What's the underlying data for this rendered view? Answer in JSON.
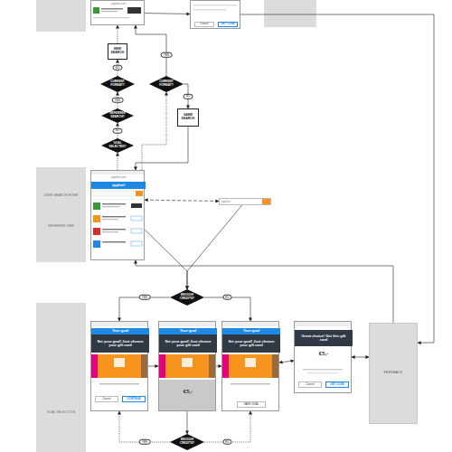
{
  "diagram": {
    "nodes": [
      {
        "text": [
          "USER SEARCH HOME",
          "REFERRER SEM"
        ]
      },
      {
        "text": [
          "GOAL SELECTION"
        ]
      },
      {
        "text": [
          "appfuel.com"
        ]
      },
      {
        "text": [
          "Cancel",
          "GET CODE"
        ]
      },
      {
        "text": [
          "NEW SEARCH"
        ]
      },
      {
        "text": [
          "CURRENT FORMAT?"
        ]
      },
      {
        "text": [
          "CURRENT FORMAT?"
        ]
      },
      {
        "text": [
          "SAME SEARCH"
        ]
      },
      {
        "text": [
          "REFERRER SEARCH?"
        ]
      },
      {
        "text": [
          "GOAL SELECTED?"
        ]
      },
      {
        "text": [
          "appfuel.com",
          "appfuel"
        ]
      },
      {
        "text": [
          "appfuel"
        ]
      },
      {
        "text": [
          "ENOUGH CREDITS?"
        ]
      },
      {
        "text": [
          "Your goal",
          "Set your goal! Just choose your gift card",
          "Cancel",
          "CONTINUE"
        ]
      },
      {
        "text": [
          "Your goal",
          "Set your goal! Just choose your gift card",
          "€5,-"
        ]
      },
      {
        "text": [
          "Your goal",
          "Set your goal! Just choose your gift card",
          "SAVE GOAL"
        ]
      },
      {
        "text": [
          "Great choice! Get this gift card",
          "€5,-",
          "Cancel",
          "GET CODE"
        ]
      },
      {
        "text": [
          "FEEDBACK"
        ]
      },
      {
        "text": [
          "ENOUGH CREDITS?"
        ]
      }
    ],
    "edges": [
      {
        "from": 9,
        "to": 8,
        "label": "NO",
        "arrow": "to"
      },
      {
        "from": 8,
        "to": 5,
        "label": "YES",
        "arrow": "to"
      },
      {
        "from": 5,
        "to": 4,
        "label": "NO",
        "arrow": "to"
      },
      {
        "from": 4,
        "to": 2,
        "arrow": "to"
      },
      {
        "from": 6,
        "to": 7,
        "label": "NO",
        "arrow": "to"
      },
      {
        "from": 6,
        "to": 2,
        "label": "YES",
        "arrow": "to"
      },
      {
        "from": 7,
        "to": 10,
        "arrow": "to"
      },
      {
        "from": 10,
        "to": 9,
        "arrow": "to"
      },
      {
        "from": 10,
        "to": 11,
        "arrow": "both"
      },
      {
        "from": 11,
        "to": 12,
        "arrow": "to"
      },
      {
        "from": 10,
        "to": 12,
        "arrow": "to"
      },
      {
        "from": 12,
        "to": 13,
        "label": "YES",
        "arrow": "to"
      },
      {
        "from": 12,
        "to": 15,
        "label": "NO",
        "arrow": "to"
      },
      {
        "from": 13,
        "to": 14,
        "arrow": "to"
      },
      {
        "from": 14,
        "to": 15,
        "arrow": "to"
      },
      {
        "from": 15,
        "to": 16,
        "arrow": "both"
      },
      {
        "from": 16,
        "to": 17,
        "arrow": "both"
      },
      {
        "from": 14,
        "to": 18,
        "arrow": "to"
      },
      {
        "from": 18,
        "to": 13,
        "label": "YES",
        "arrow": "to"
      },
      {
        "from": 18,
        "to": 15,
        "label": "NO",
        "arrow": "to"
      },
      {
        "from": 17,
        "to": 10,
        "arrow": "to"
      },
      {
        "from": 3,
        "to": 17,
        "arrow": "to"
      },
      {
        "from": 2,
        "to": 3,
        "arrow": "to"
      },
      {
        "from": 10,
        "to": 6,
        "arrow": "to"
      }
    ]
  }
}
